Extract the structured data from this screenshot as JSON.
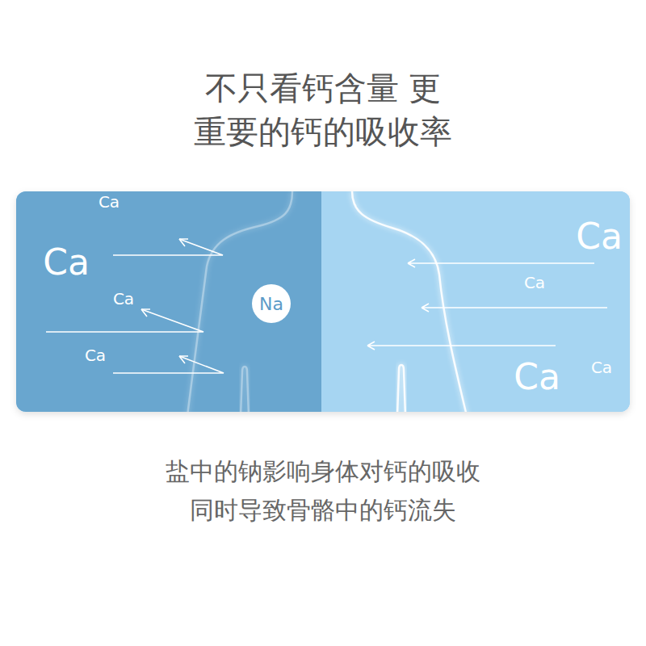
{
  "diagram": {
    "title": "不只看钙含量 更重要的钙的吸收率",
    "caption": "盐中的钠影响身体对钙的吸收 同时导致骨骼中的钙流失",
    "nodes": [
      {
        "text": [
          "Ca",
          "Ca",
          "Ca",
          "Ca"
        ]
      },
      {
        "text": [
          "Na"
        ],
        "in": 0
      },
      {
        "text": [
          "Ca",
          "Ca",
          "Ca",
          "Ca"
        ]
      }
    ]
  }
}
